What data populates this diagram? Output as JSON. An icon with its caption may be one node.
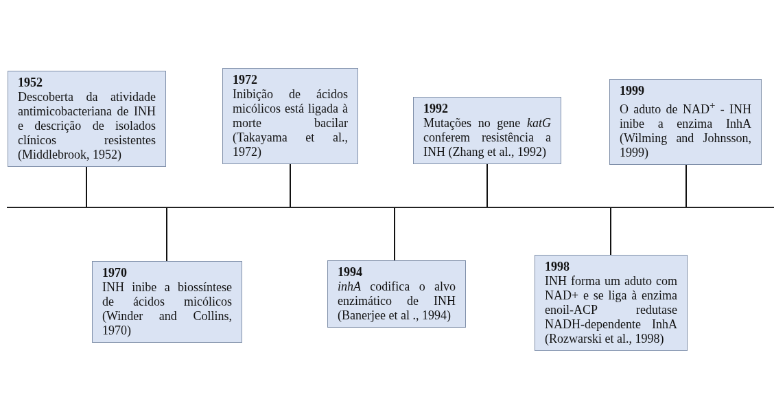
{
  "diagram": {
    "nodes": [
      {
        "text": [
          "1952",
          "Descoberta da atividade antimicobacteriana de INH e descrição de isolados clínicos resistentes (Middlebrook, 1952)"
        ]
      },
      {
        "text": [
          "1972",
          "Inibição de ácidos micólicos está ligada à morte bacilar (Takayama et al., 1972)"
        ]
      },
      {
        "text": [
          "1992",
          "Mutações no gene *katG* conferem resistência a INH (Zhang et al., 1992)"
        ]
      },
      {
        "text": [
          "1999",
          "O aduto de NAD$^{+}$ - INH inibe a enzima InhA (Wilming and Johnsson, 1999)"
        ]
      },
      {
        "text": [
          "1970",
          "INH inibe a biossíntese de ácidos micólicos (Winder and Collins, 1970)"
        ]
      },
      {
        "text": [
          "1994",
          "*inhA* codifica o alvo enzimático de INH (Banerjee et al ., 1994)"
        ]
      },
      {
        "text": [
          "1998",
          "INH forma um aduto com NAD+ e se liga à enzima enoil-ACP redutase NADH-dependente InhA (Rozwarski et al., 1998)"
        ]
      },
      {
        "text": [],
        "shape": "line"
      }
    ],
    "edges": [
      {
        "from": 0,
        "to": 7,
        "arrow": "none"
      },
      {
        "from": 1,
        "to": 7,
        "arrow": "none"
      },
      {
        "from": 2,
        "to": 7,
        "arrow": "none"
      },
      {
        "from": 3,
        "to": 7,
        "arrow": "none"
      },
      {
        "from": 4,
        "to": 7,
        "arrow": "none"
      },
      {
        "from": 5,
        "to": 7,
        "arrow": "none"
      },
      {
        "from": 6,
        "to": 7,
        "arrow": "none"
      }
    ]
  }
}
